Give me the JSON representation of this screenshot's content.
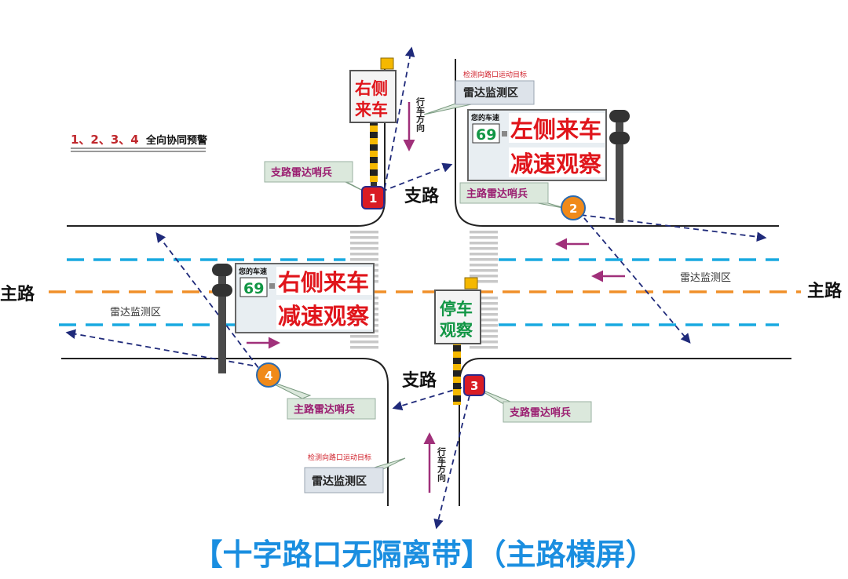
{
  "legend": {
    "text": "1、2、3、4",
    "suffix": "全向协同预警"
  },
  "roads": {
    "main": "主路",
    "branch": "支路"
  },
  "radar_zone": "雷达监测区",
  "detect_note": "检测向路口运动目标",
  "travel_dir": "行车方向",
  "sentinel_branch": "支路雷达哨兵",
  "sentinel_main": "主路雷达哨兵",
  "speed_label": "您的车速",
  "speed_value": "69",
  "signs": {
    "right_come_l1": "右侧",
    "right_come_l2": "来车",
    "left_come": "左侧来车",
    "slow_observe": "减速观察",
    "right_come": "右侧来车",
    "stop_l1": "停车",
    "stop_l2": "观察"
  },
  "markers": {
    "m1": "1",
    "m2": "2",
    "m3": "3",
    "m4": "4"
  },
  "footer": {
    "title": "【十字路口无隔离带】（主路横屏）"
  },
  "colors": {
    "road_edge": "#222222",
    "lane_blue": "#18a9e0",
    "center_orange": "#f0902a",
    "arrow_navy": "#1f2a7a",
    "arrow_magenta": "#a0307a",
    "sign_red": "#e0151b",
    "sign_green": "#129645",
    "title_blue": "#1a8ee0",
    "marker_red": "#d91c24",
    "marker_orange": "#f08a1a",
    "label_bg": "#dbe8dc"
  }
}
